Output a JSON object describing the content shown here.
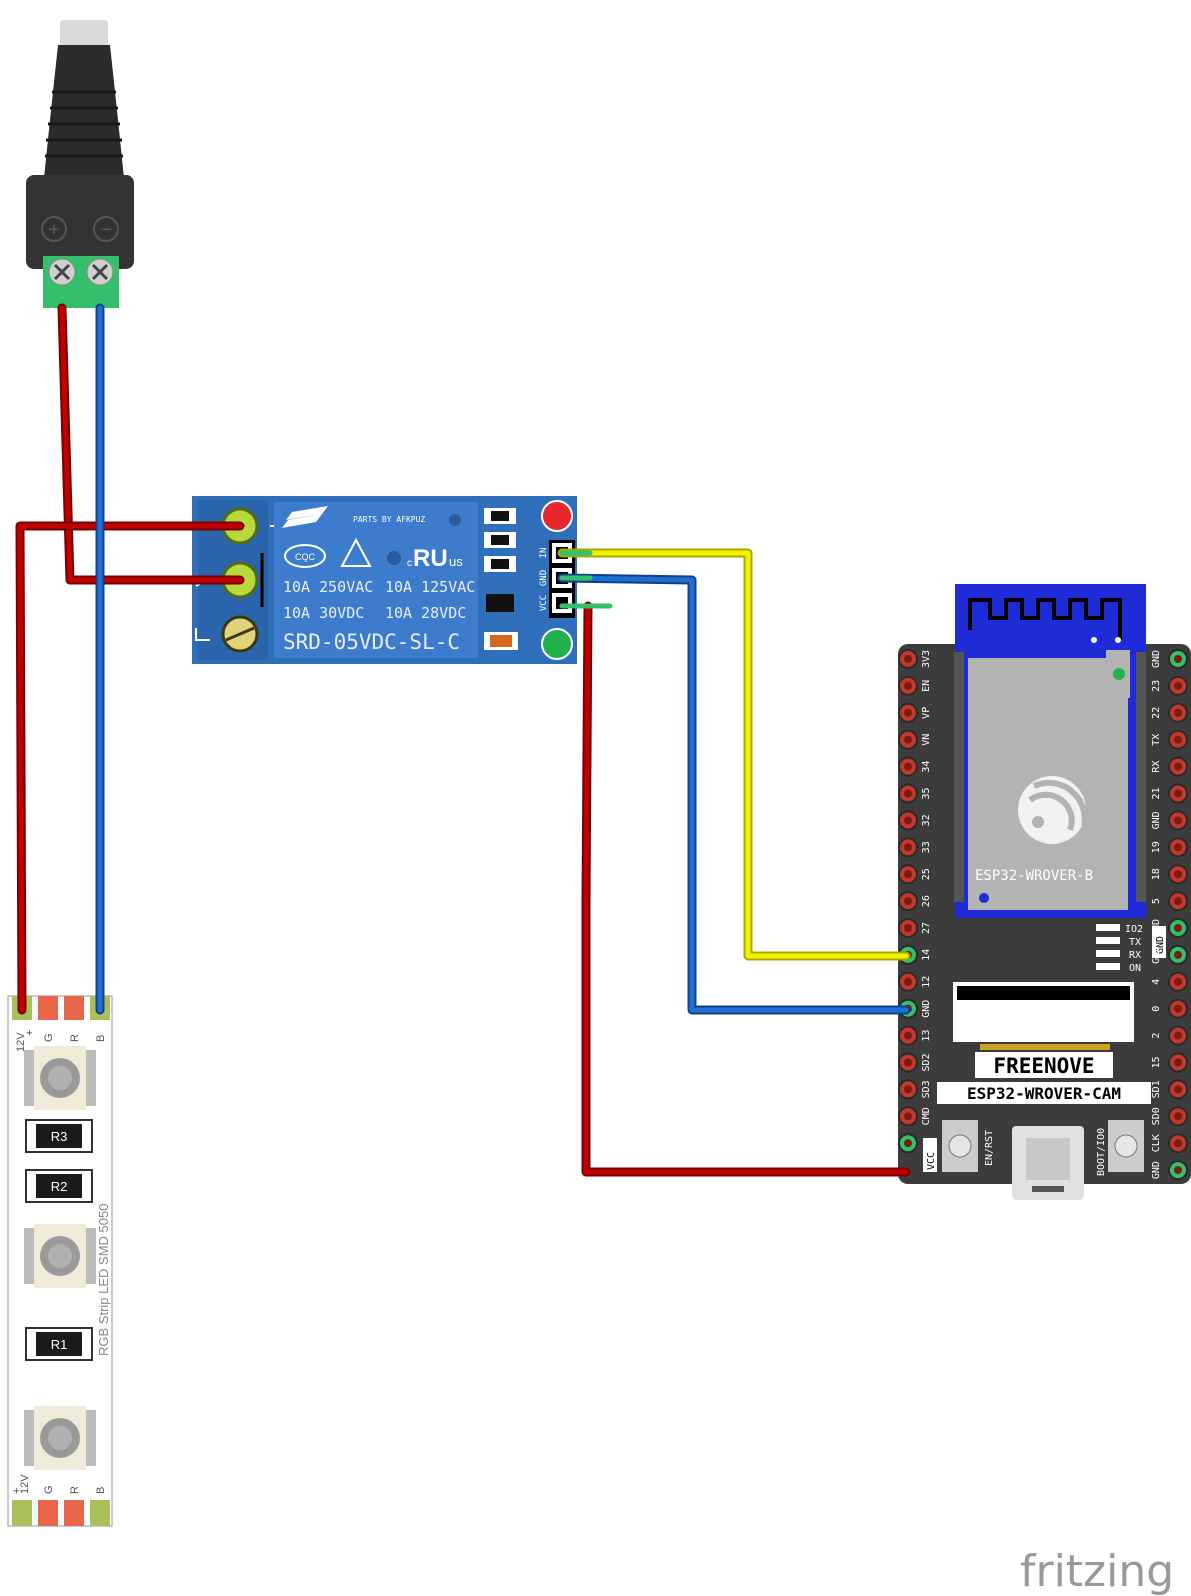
{
  "brand": "fritzing",
  "dc_jack": {
    "plus_symbol": "+",
    "minus_symbol": "−"
  },
  "relay": {
    "brand_text": "PARTS BY AFKPUZ",
    "cert_cqc": "CQC",
    "cert_c": "c",
    "cert_ul": "RU",
    "cert_us": "us",
    "rating_line1_a": "10A 250VAC",
    "rating_line1_b": "10A 125VAC",
    "rating_line2_a": "10A  30VDC",
    "rating_line2_b": "10A  28VDC",
    "model": "SRD-05VDC-SL-C",
    "pins": [
      "IN",
      "GND",
      "VCC"
    ]
  },
  "led_strip": {
    "label": "RGB Strip LED SMD 5050",
    "pins": [
      "+12V",
      "G",
      "R",
      "B"
    ],
    "top_pin_12v": "12V",
    "top_pin_plus": "+",
    "resistors": [
      "R3",
      "R2",
      "R1"
    ]
  },
  "esp32": {
    "module_label": "ESP32-WROVER-B",
    "brand": "FREENOVE",
    "board_name": "ESP32-WROVER-CAM",
    "left_pins": [
      "3V3",
      "EN",
      "VP",
      "VN",
      "34",
      "35",
      "32",
      "33",
      "25",
      "26",
      "27",
      "14",
      "12",
      "GND",
      "13",
      "SD2",
      "SD3",
      "CMD",
      "VCC"
    ],
    "right_pins": [
      "GND",
      "23",
      "22",
      "TX",
      "RX",
      "21",
      "GND",
      "19",
      "18",
      "5",
      "GND",
      "GND",
      "4",
      "0",
      "2",
      "15",
      "SD1",
      "SD0",
      "CLK",
      "GND"
    ],
    "led_labels": [
      "IO2",
      "TX",
      "RX",
      "ON"
    ],
    "button_left": "EN/RST",
    "button_right": "BOOT/IO0"
  },
  "colors": {
    "wire_red": "#c00000",
    "wire_blue": "#1f6fd1",
    "wire_yellow": "#f2f200",
    "relay_blue": "#2f6eb8",
    "board_dark": "#3c3c3c",
    "module_blue": "#1e2bd6",
    "terminal_green": "#34c06a"
  }
}
